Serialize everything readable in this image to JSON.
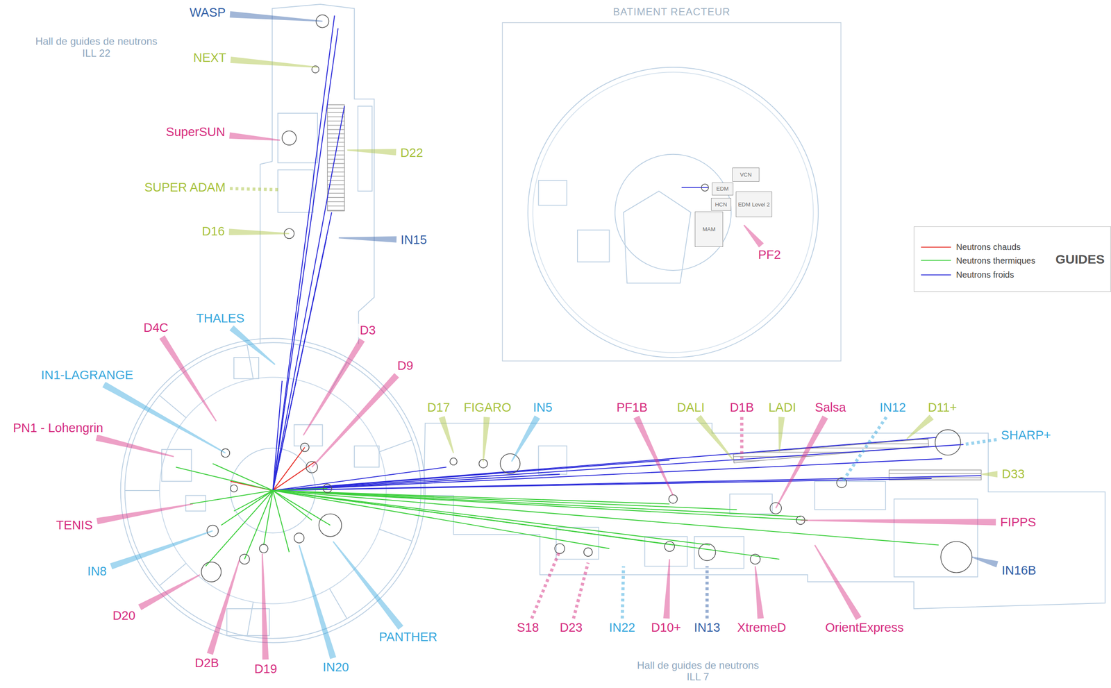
{
  "diagram": {
    "nodes": [
      {
        "text": [
          "BATIMENT REACTEUR"
        ]
      },
      {
        "text": [
          "VCN"
        ],
        "in": 0
      },
      {
        "text": [
          "EDM"
        ],
        "in": 0
      },
      {
        "text": [
          "HCN"
        ],
        "in": 0
      },
      {
        "text": [
          "EDM Level 2"
        ],
        "in": 0
      },
      {
        "text": [
          "MAM"
        ],
        "in": 0
      },
      {
        "text": [
          "GUIDES"
        ]
      }
    ],
    "labels": [
      "Hall de guides de neutrons ILL 22",
      "WASP",
      "NEXT",
      "SuperSUN",
      "D22",
      "SUPER ADAM",
      "D16",
      "IN15",
      "PF2",
      "THALES",
      "D4C",
      "D3",
      "D9",
      "IN1-LAGRANGE",
      "PN1 - Lohengrin",
      "D17",
      "FIGARO",
      "IN5",
      "PF1B",
      "DALI",
      "D1B",
      "LADI",
      "Salsa",
      "IN12",
      "D11+",
      "SHARP+",
      "D33",
      "TENIS",
      "FIPPS",
      "IN8",
      "IN16B",
      "D20",
      "PANTHER",
      "S18",
      "D23",
      "IN22",
      "D10+",
      "IN13",
      "XtremeD",
      "OrientExpress",
      "D2B",
      "D19",
      "IN20",
      "Hall de guides de neutrons ILL 7"
    ],
    "legend": [
      {
        "text": "Neutrons chauds"
      },
      {
        "text": "Neutrons thermiques"
      },
      {
        "text": "Neutrons froids"
      }
    ]
  }
}
